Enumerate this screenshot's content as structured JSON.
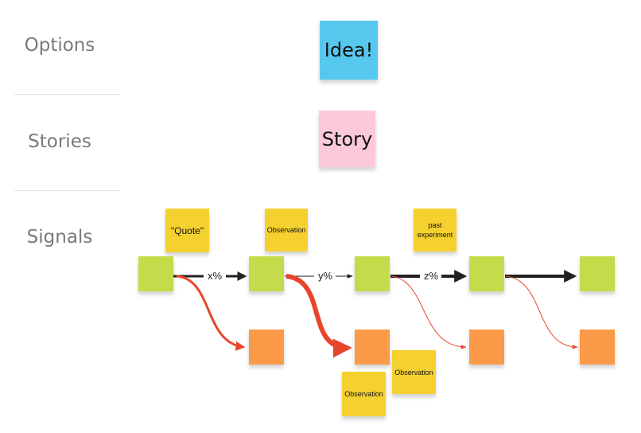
{
  "rows": {
    "options": "Options",
    "stories": "Stories",
    "signals": "Signals"
  },
  "notes": {
    "idea": "Idea!",
    "story": "Story",
    "quote": "\"Quote\"",
    "observation_top": "Observation",
    "past_experiment": "past experiment",
    "observation_right": "Observation",
    "observation_bottom": "Observation"
  },
  "edges": {
    "x": "x%",
    "y": "y%",
    "z": "z%"
  },
  "colors": {
    "blue": "#56c8ee",
    "pink": "#fbc8dc",
    "yellow": "#f5d130",
    "green": "#c5dc4a",
    "orange": "#fb9a48",
    "red_arrow": "#e8462c",
    "dark_arrow": "#222222",
    "label": "#7a7a7a"
  }
}
